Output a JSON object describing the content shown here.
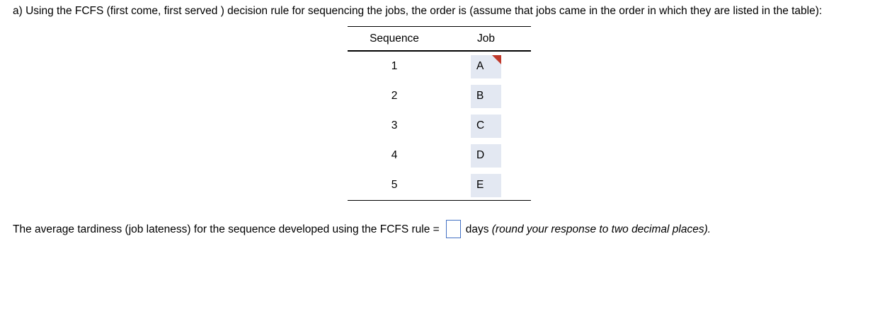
{
  "question": {
    "text": "a) Using the FCFS (first come, first served ) decision rule for sequencing the jobs, the order is (assume that jobs came in the order in which they are listed in the table):"
  },
  "table": {
    "headers": {
      "sequence": "Sequence",
      "job": "Job"
    },
    "rows": [
      {
        "sequence": "1",
        "job": "A",
        "flagged": true
      },
      {
        "sequence": "2",
        "job": "B",
        "flagged": false
      },
      {
        "sequence": "3",
        "job": "C",
        "flagged": false
      },
      {
        "sequence": "4",
        "job": "D",
        "flagged": false
      },
      {
        "sequence": "5",
        "job": "E",
        "flagged": false
      }
    ]
  },
  "answer": {
    "prefix": "The average tardiness (job lateness) for the sequence developed using the FCFS rule =",
    "input_value": "",
    "units": "days",
    "note_italic": "(round your response to two decimal places)."
  },
  "colors": {
    "job_cell_bg": "#e3e8f2",
    "flag_red": "#c0392b",
    "input_border": "#4472c4",
    "text_color": "#000000",
    "rule_color": "#000000"
  }
}
